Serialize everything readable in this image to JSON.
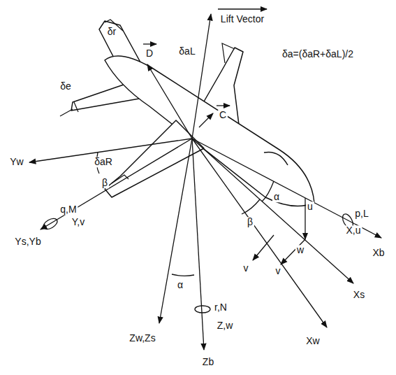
{
  "diagram": {
    "labels": [
      "Lift Vector",
      "D",
      "C",
      "δa=(δaR+δaL)/2",
      "δr",
      "δaL",
      "δe",
      "δaR",
      "Yw",
      "β",
      "q,M",
      "Y,v",
      "Ys,Yb",
      "α",
      "u",
      "w",
      "β",
      "v",
      "v",
      "p,L",
      "X,u",
      "Xb",
      "Xs",
      "Xw",
      "α",
      "r,N",
      "Z,w",
      "Zw,Zs",
      "Zb"
    ]
  }
}
